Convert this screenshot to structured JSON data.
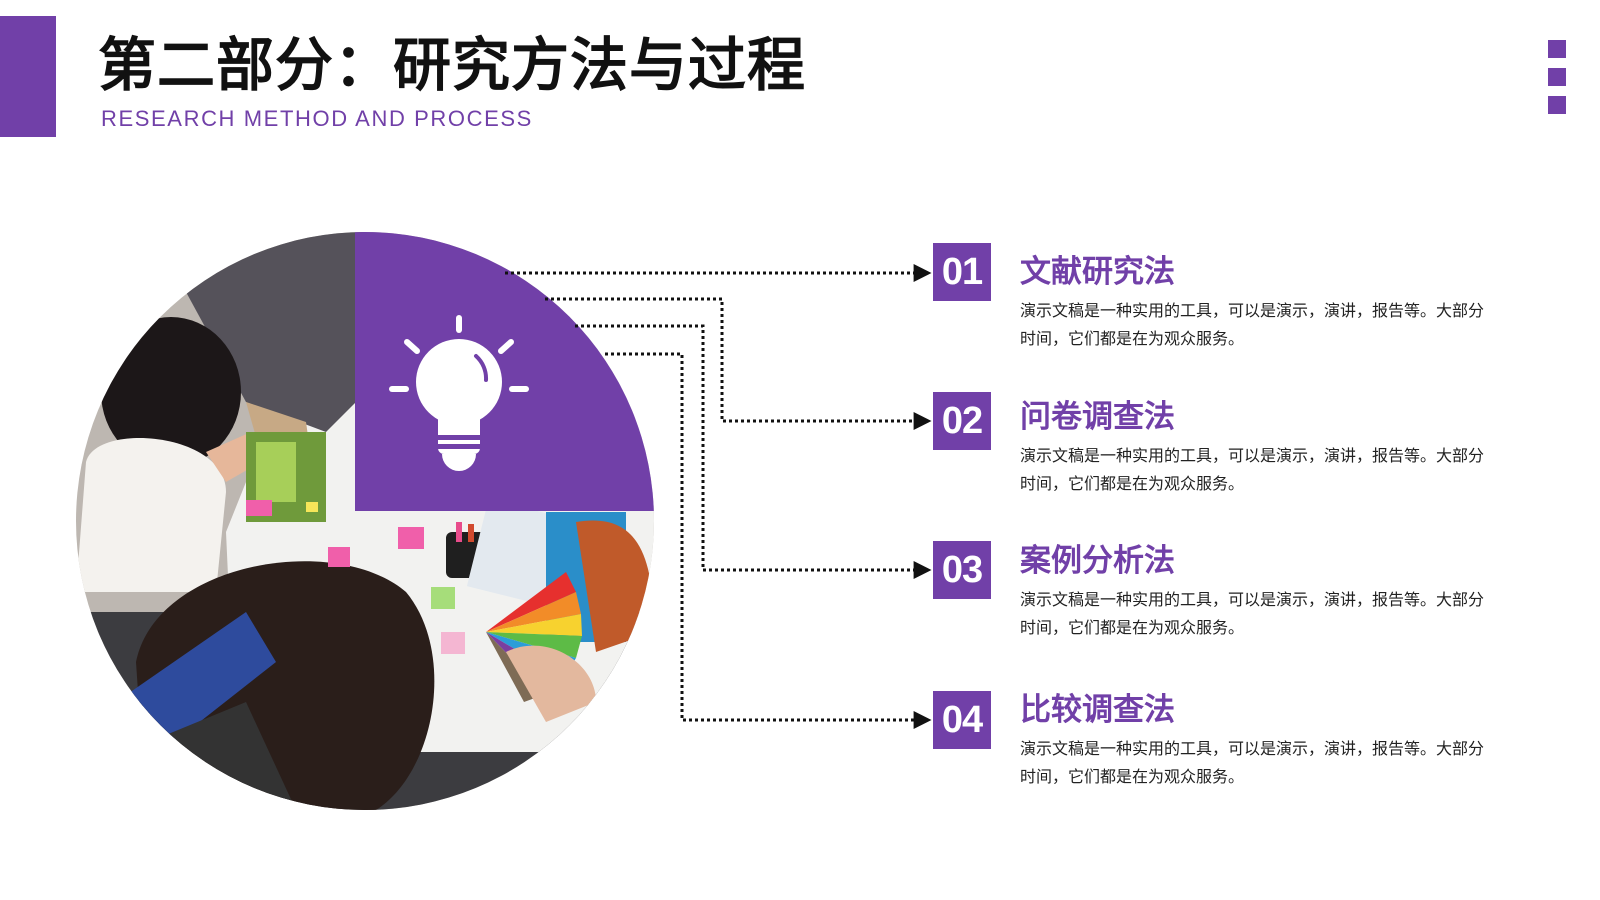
{
  "header": {
    "title": "第二部分：研究方法与过程",
    "subtitle": "RESEARCH METHOD AND PROCESS"
  },
  "theme": {
    "accent": "#7140A8",
    "text": "#111111"
  },
  "image": {
    "icon": "lightbulb-icon"
  },
  "methods": [
    {
      "number": "01",
      "title": "文献研究法",
      "desc": "演示文稿是一种实用的工具，可以是演示，演讲，报告等。大部分时间，它们都是在为观众服务。"
    },
    {
      "number": "02",
      "title": "问卷调查法",
      "desc": "演示文稿是一种实用的工具，可以是演示，演讲，报告等。大部分时间，它们都是在为观众服务。"
    },
    {
      "number": "03",
      "title": "案例分析法",
      "desc": "演示文稿是一种实用的工具，可以是演示，演讲，报告等。大部分时间，它们都是在为观众服务。"
    },
    {
      "number": "04",
      "title": "比较调查法",
      "desc": "演示文稿是一种实用的工具，可以是演示，演讲，报告等。大部分时间，它们都是在为观众服务。"
    }
  ]
}
